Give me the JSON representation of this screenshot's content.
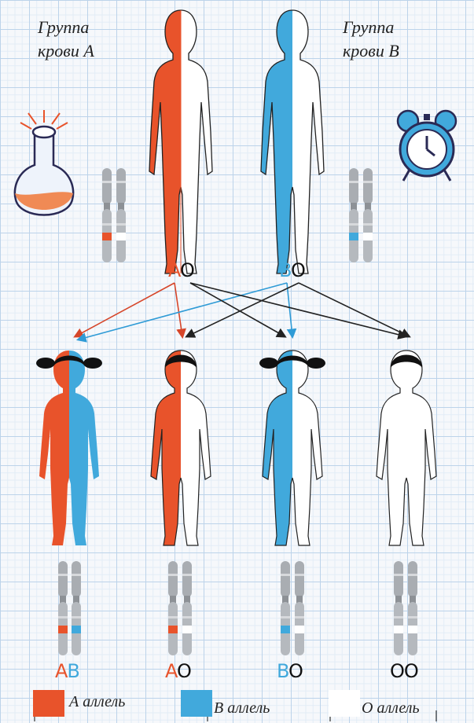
{
  "parents": {
    "left": {
      "group_label_line1": "Группа",
      "group_label_line2": "крови  А",
      "genotype_a": "A",
      "genotype_b": "O"
    },
    "right": {
      "group_label_line1": "Группа",
      "group_label_line2": "крови  В",
      "genotype_a": "B",
      "genotype_b": "O"
    }
  },
  "children": [
    {
      "genotype_a": "A",
      "genotype_b": "B"
    },
    {
      "genotype_a": "A",
      "genotype_b": "O"
    },
    {
      "genotype_a": "B",
      "genotype_b": "O"
    },
    {
      "genotype_a": "O",
      "genotype_b": "O"
    }
  ],
  "legend": {
    "a_label": "А аллель",
    "b_label": "В аллель",
    "o_label": "О аллель"
  },
  "colors": {
    "allele_a": "#e8532b",
    "allele_b": "#41a9dc",
    "allele_o": "#ffffff"
  },
  "icons": [
    "flask-icon",
    "alarm-clock-icon"
  ]
}
